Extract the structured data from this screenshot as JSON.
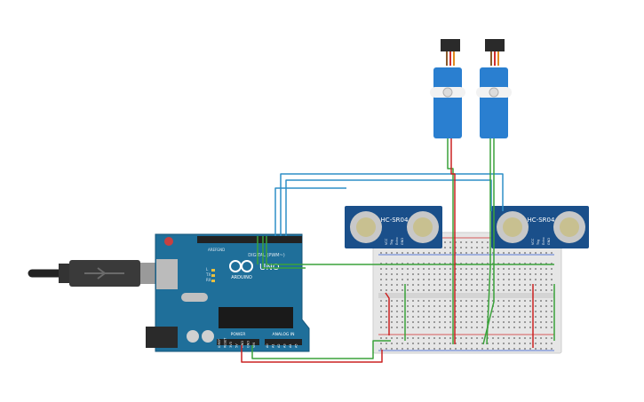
{
  "arduino": {
    "logo_text": "UNO",
    "brand_text": "ARDUINO",
    "digital_label": "DIGITAL (PWM~)",
    "power_label": "POWER",
    "analog_label": "ANALOG IN",
    "aref_label": "AREF",
    "gnd_label": "GND",
    "tx_label": "TX",
    "rx_label": "RX",
    "l_label": "L",
    "power_pins": [
      "IOREF",
      "RESET",
      "3V3",
      "5V",
      "GND",
      "GND",
      "VIN"
    ],
    "analog_pins": [
      "A0",
      "A1",
      "A2",
      "A3",
      "A4",
      "A5"
    ]
  },
  "sensors": [
    {
      "label": "HC-SR04",
      "pins": [
        "VCC",
        "Trig",
        "Echo",
        "GND"
      ]
    },
    {
      "label": "HC-SR04",
      "pins": [
        "VCC",
        "Trig",
        "Echo",
        "GND"
      ]
    }
  ],
  "colors": {
    "board": "#1f6f9a",
    "servo": "#2a7fd0",
    "sensor": "#1a4f8a",
    "wire_red": "#cc2222",
    "wire_green": "#3aa23a",
    "wire_blue": "#2e8fc7"
  }
}
